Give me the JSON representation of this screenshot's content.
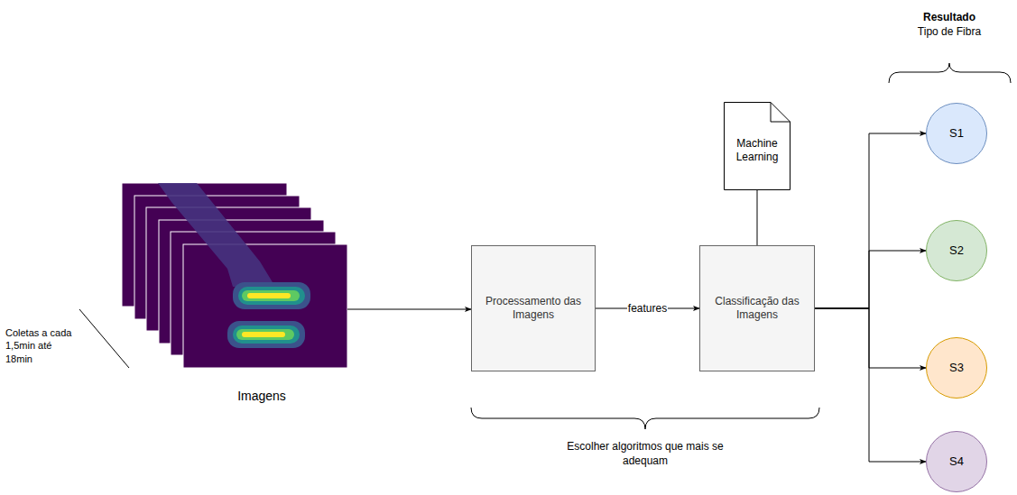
{
  "diagram": {
    "nodes": [
      {
        "text": [
          "Imagens"
        ]
      },
      {
        "text": [
          "Processamento das Imagens"
        ]
      },
      {
        "text": [
          "Machine Learning"
        ]
      },
      {
        "text": [
          "Classificação das Imagens"
        ]
      },
      {
        "text": [
          "S1"
        ]
      },
      {
        "text": [
          "S2"
        ]
      },
      {
        "text": [
          "S3"
        ]
      },
      {
        "text": [
          "S4"
        ]
      }
    ],
    "edges": [
      {
        "from": 0,
        "to": 1,
        "arrow": "to"
      },
      {
        "from": 1,
        "to": 3,
        "label": "features",
        "arrow": "to"
      },
      {
        "from": 2,
        "to": 3,
        "arrow": "none"
      },
      {
        "from": 3,
        "to": 4,
        "arrow": "to"
      },
      {
        "from": 3,
        "to": 5,
        "arrow": "to"
      },
      {
        "from": 3,
        "to": 6,
        "arrow": "to"
      },
      {
        "from": 3,
        "to": 7,
        "arrow": "to"
      }
    ],
    "labels": [
      "Resultado",
      "Tipo de Fibra",
      "Coletas a cada 1,5min até 18min",
      "Escolher algoritmos que mais se adequam"
    ]
  }
}
